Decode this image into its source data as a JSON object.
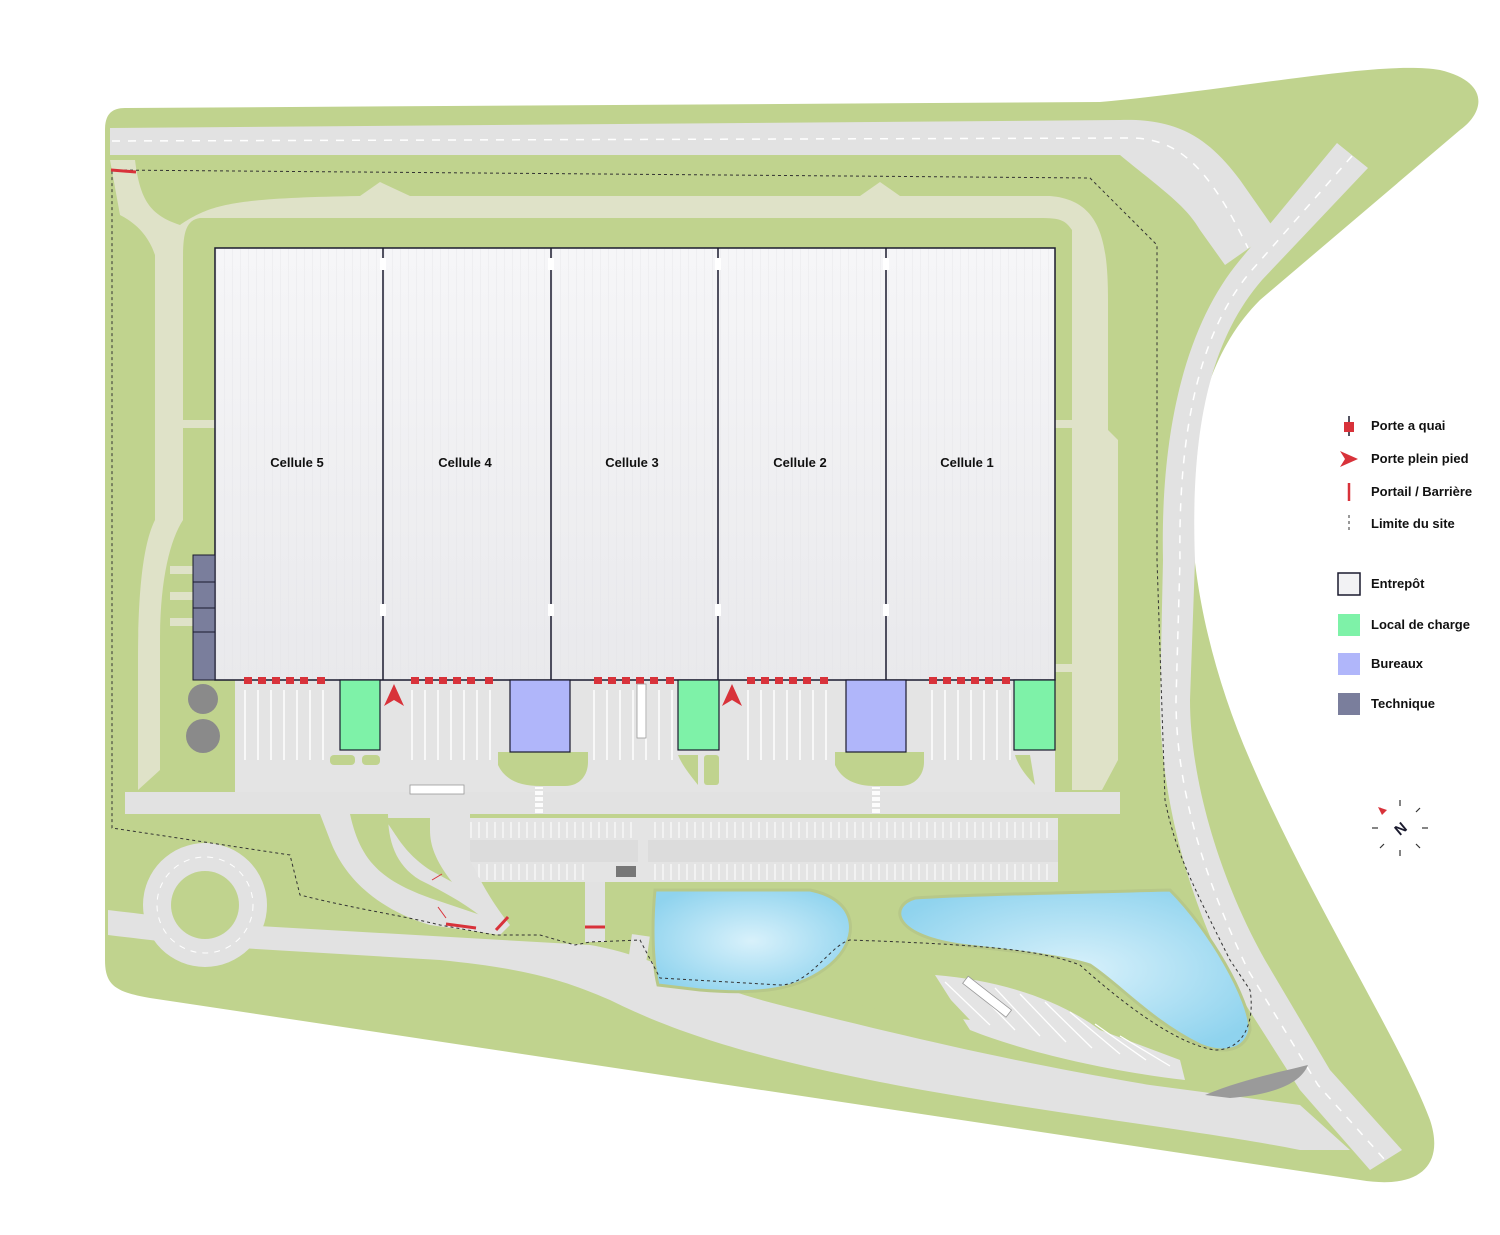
{
  "cells": [
    "Cellule 5",
    "Cellule 4",
    "Cellule 3",
    "Cellule 2",
    "Cellule 1"
  ],
  "legend": {
    "porte_quai": "Porte a quai",
    "porte_plein_pied": "Porte plein pied",
    "portail": "Portail / Barrière",
    "limite": "Limite du site",
    "entrepot": "Entrepôt",
    "local_charge": "Local de charge",
    "bureaux": "Bureaux",
    "technique": "Technique"
  },
  "compass": {
    "label": "N"
  },
  "colors": {
    "grass": "#c0d38e",
    "road": "#e2e2e2",
    "path": "#dfe2c8",
    "warehouse": "#f2f2f4",
    "local_charge": "#7ef2a8",
    "bureaux": "#b0b6fa",
    "technique": "#7a7e9c",
    "dock": "#d8323a",
    "water": "#8fd3ee"
  }
}
